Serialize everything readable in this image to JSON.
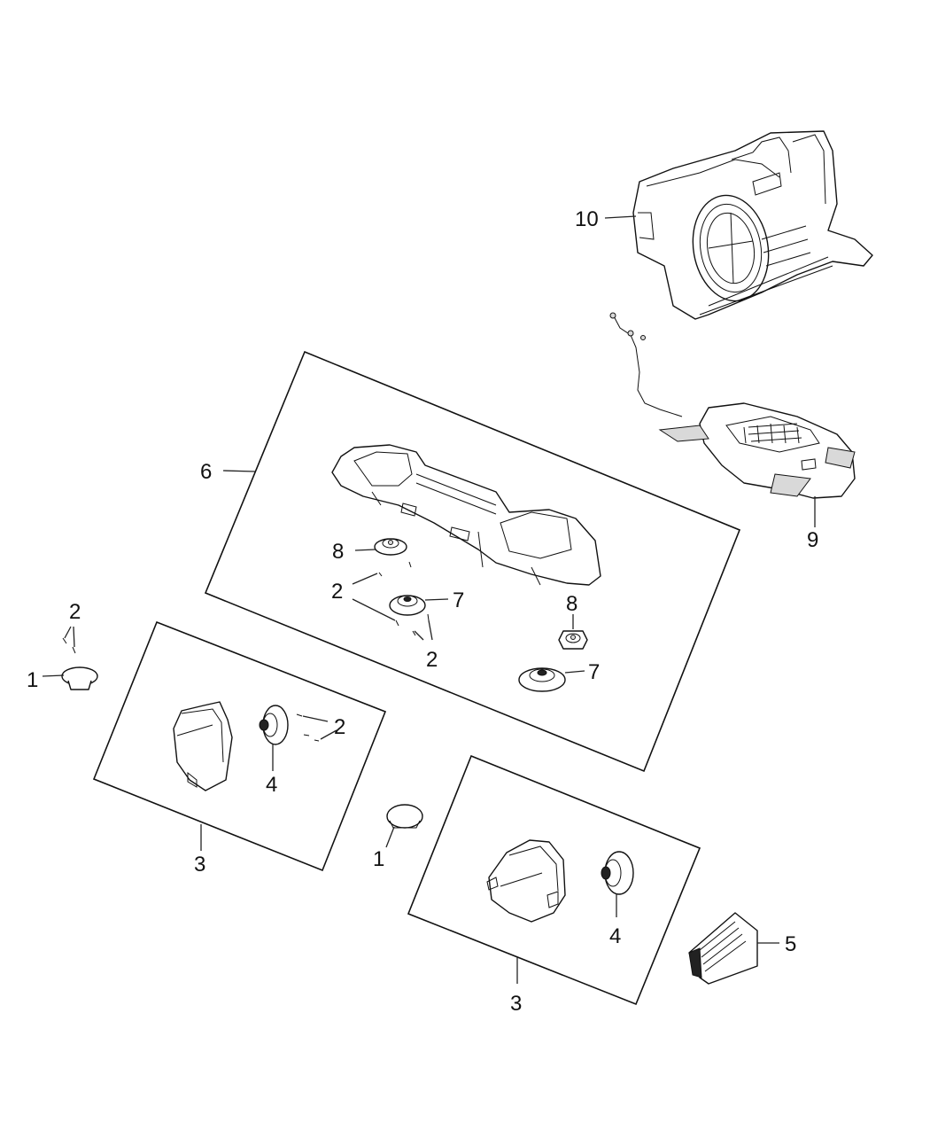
{
  "diagram": {
    "title": "Audio system speakers and subwoofer exploded parts view",
    "callouts": {
      "c1a": "1",
      "c1b": "1",
      "c2a": "2",
      "c2b": "2",
      "c2c": "2",
      "c2d": "2",
      "c3a": "3",
      "c3b": "3",
      "c4a": "4",
      "c4b": "4",
      "c5": "5",
      "c6": "6",
      "c7a": "7",
      "c7b": "7",
      "c8a": "8",
      "c8b": "8",
      "c9": "9",
      "c10": "10"
    }
  }
}
